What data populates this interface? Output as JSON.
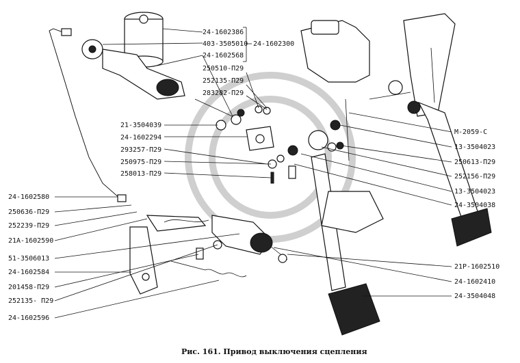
{
  "labels_left": [
    "21-3504039",
    "24-1602294",
    "293257-П29",
    "250975-П29",
    "258013-П29",
    "24-1602580",
    "250636-П29",
    "252239-П29",
    "21А-1602590",
    "51-3506013",
    "24-1602584",
    "201458-П29",
    "252135- П29",
    "24-1602596"
  ],
  "labels_top": [
    "24-1602386",
    "403-3505010",
    "24-1602568",
    "24-1602300",
    "250510-П29",
    "252135-П29",
    "283282-П29"
  ],
  "labels_right": [
    "М-2059-С",
    "13-3504023",
    "250613-П29",
    "252156-П29",
    "13-3504023",
    "24-3504038",
    "21Р-1602510",
    "24-1602410",
    "24-3504048"
  ],
  "caption": "Рис. 161. Привод выключения сцепления"
}
